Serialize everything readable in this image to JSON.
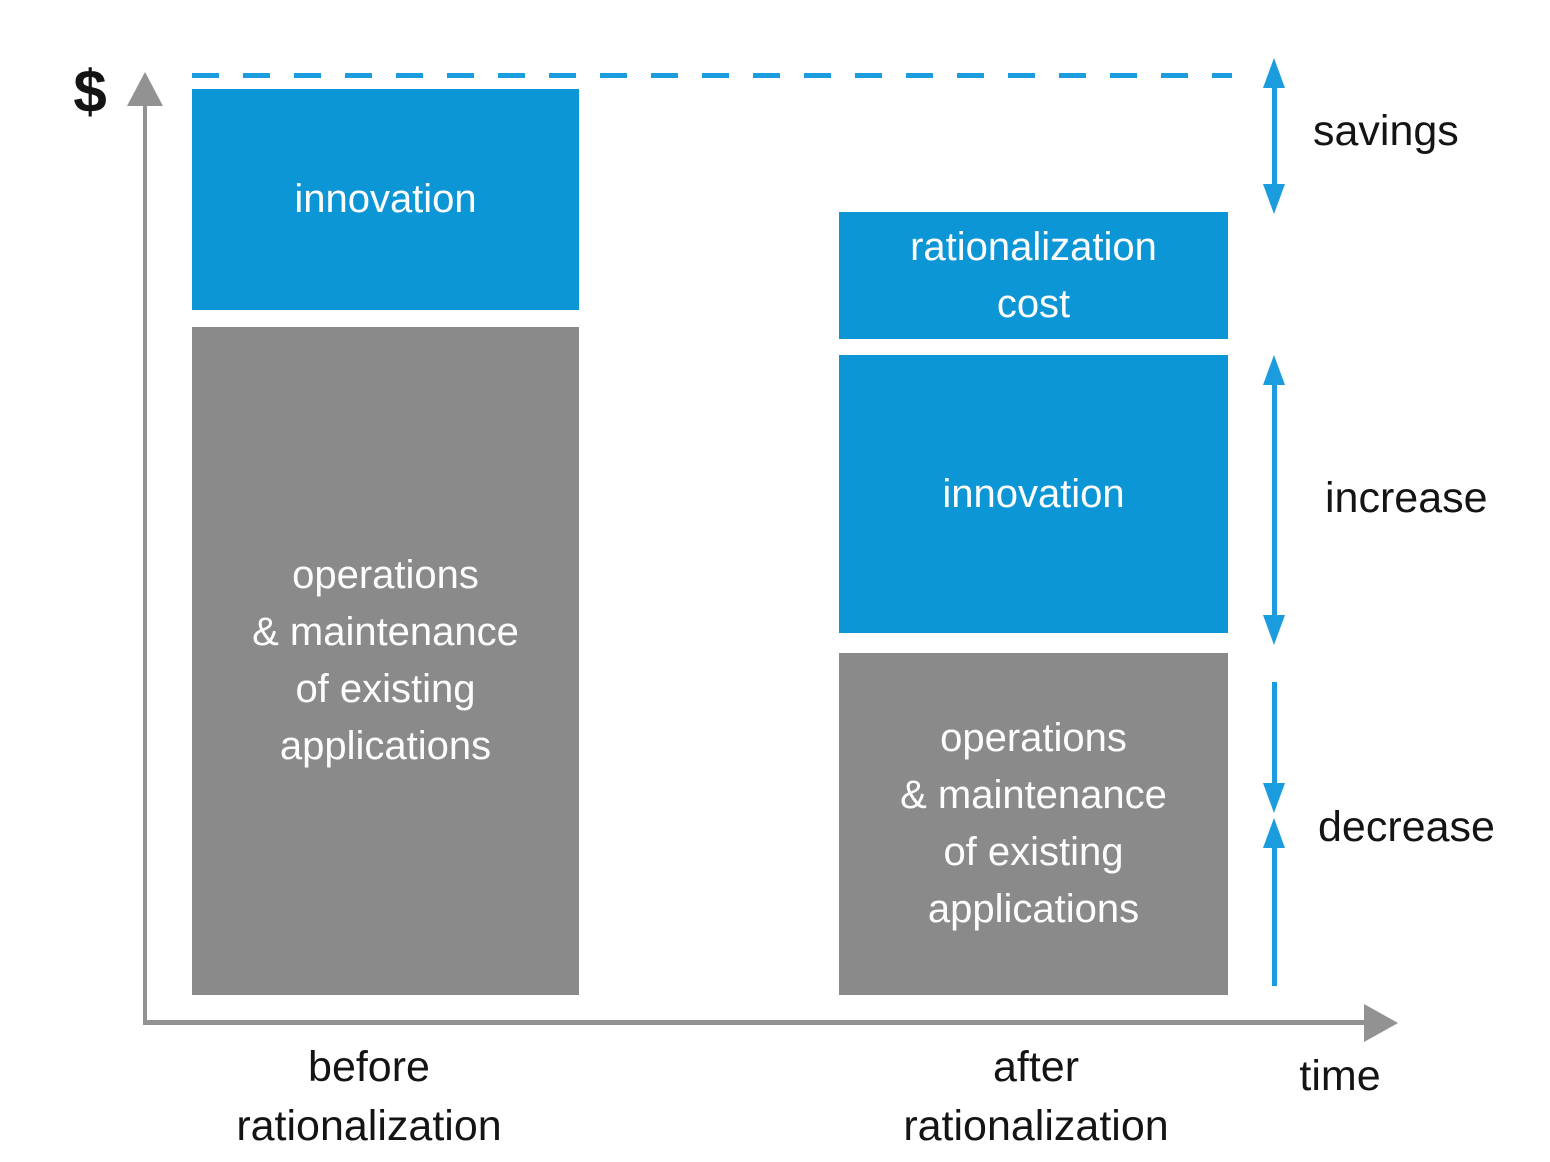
{
  "colors": {
    "block_blue": "#0D96D6",
    "arrow_blue": "#1B9CDE",
    "block_gray": "#8A8A8A",
    "axis_gray": "#929292",
    "text_dark": "#141414",
    "text_light": "#FDFDFD"
  },
  "y_axis": {
    "label": "$"
  },
  "x_axis": {
    "label": "time"
  },
  "bars": {
    "before": {
      "category_label": "before\nrationalization",
      "innovation_label": "innovation",
      "operations_label": "operations\n& maintenance\nof existing\napplications"
    },
    "after": {
      "category_label": "after\nrationalization",
      "rationalization_cost_label": "rationalization\ncost",
      "innovation_label": "innovation",
      "operations_label": "operations\n& maintenance\nof existing\napplications"
    }
  },
  "annotations": {
    "savings": "savings",
    "increase": "increase",
    "decrease": "decrease"
  },
  "chart_data": {
    "type": "bar",
    "stacked": true,
    "title": "",
    "xlabel": "time",
    "ylabel": "$",
    "ylim": [
      0,
      100
    ],
    "grid": false,
    "categories": [
      "before rationalization",
      "after rationalization"
    ],
    "series": [
      {
        "name": "operations & maintenance of existing applications",
        "color": "#8A8A8A",
        "values": [
          73,
          37
        ]
      },
      {
        "name": "innovation",
        "color": "#0D96D6",
        "values": [
          24,
          30
        ]
      },
      {
        "name": "rationalization cost",
        "color": "#0D96D6",
        "values": [
          0,
          14
        ]
      }
    ],
    "value_units": "relative cost units (unlabeled axis, estimated from bar heights; before-rationalization total = 97)",
    "reference_line": {
      "style": "dashed",
      "color": "#1B9CDE",
      "y": 97,
      "meaning": "total cost level before rationalization"
    },
    "annotations": [
      {
        "text": "savings",
        "between": "dashed baseline and top of after-bar"
      },
      {
        "text": "increase",
        "spans": "after-bar innovation segment"
      },
      {
        "text": "decrease",
        "spans": "after-bar operations & maintenance segment"
      }
    ],
    "legend": "none (segments labeled inline)"
  }
}
